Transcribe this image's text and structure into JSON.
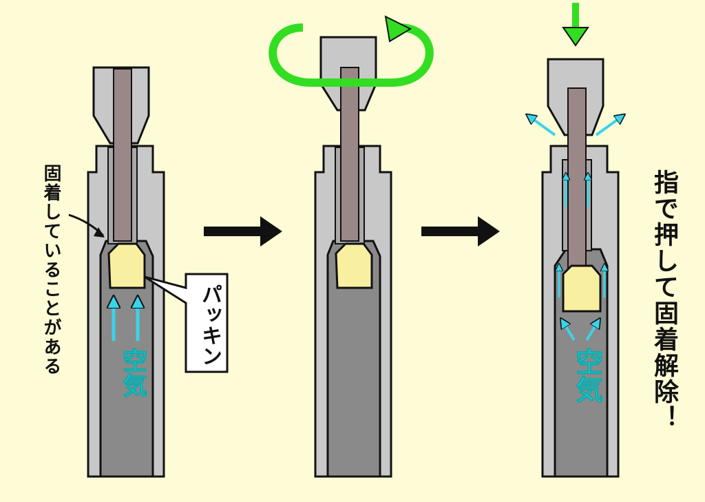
{
  "labels": {
    "stuck_note": "固着していることがある",
    "packing": "パッキン",
    "air_left": "空気",
    "air_right": "空気",
    "release_note": "指で押して固着解除！"
  },
  "colors": {
    "background": "#fefcd6",
    "body_gray": "#c8c8c8",
    "inner_gray": "#8a8a8a",
    "rod": "#9a8888",
    "packing": "#f8f0a0",
    "rotate_arrow": "#33dd22",
    "air_arrow": "#3ad4ea",
    "flow_arrow": "#111111"
  },
  "icons": [
    "rotate-arrow-icon",
    "push-down-arrow-icon",
    "right-arrow-icon",
    "air-arrow-icon"
  ]
}
